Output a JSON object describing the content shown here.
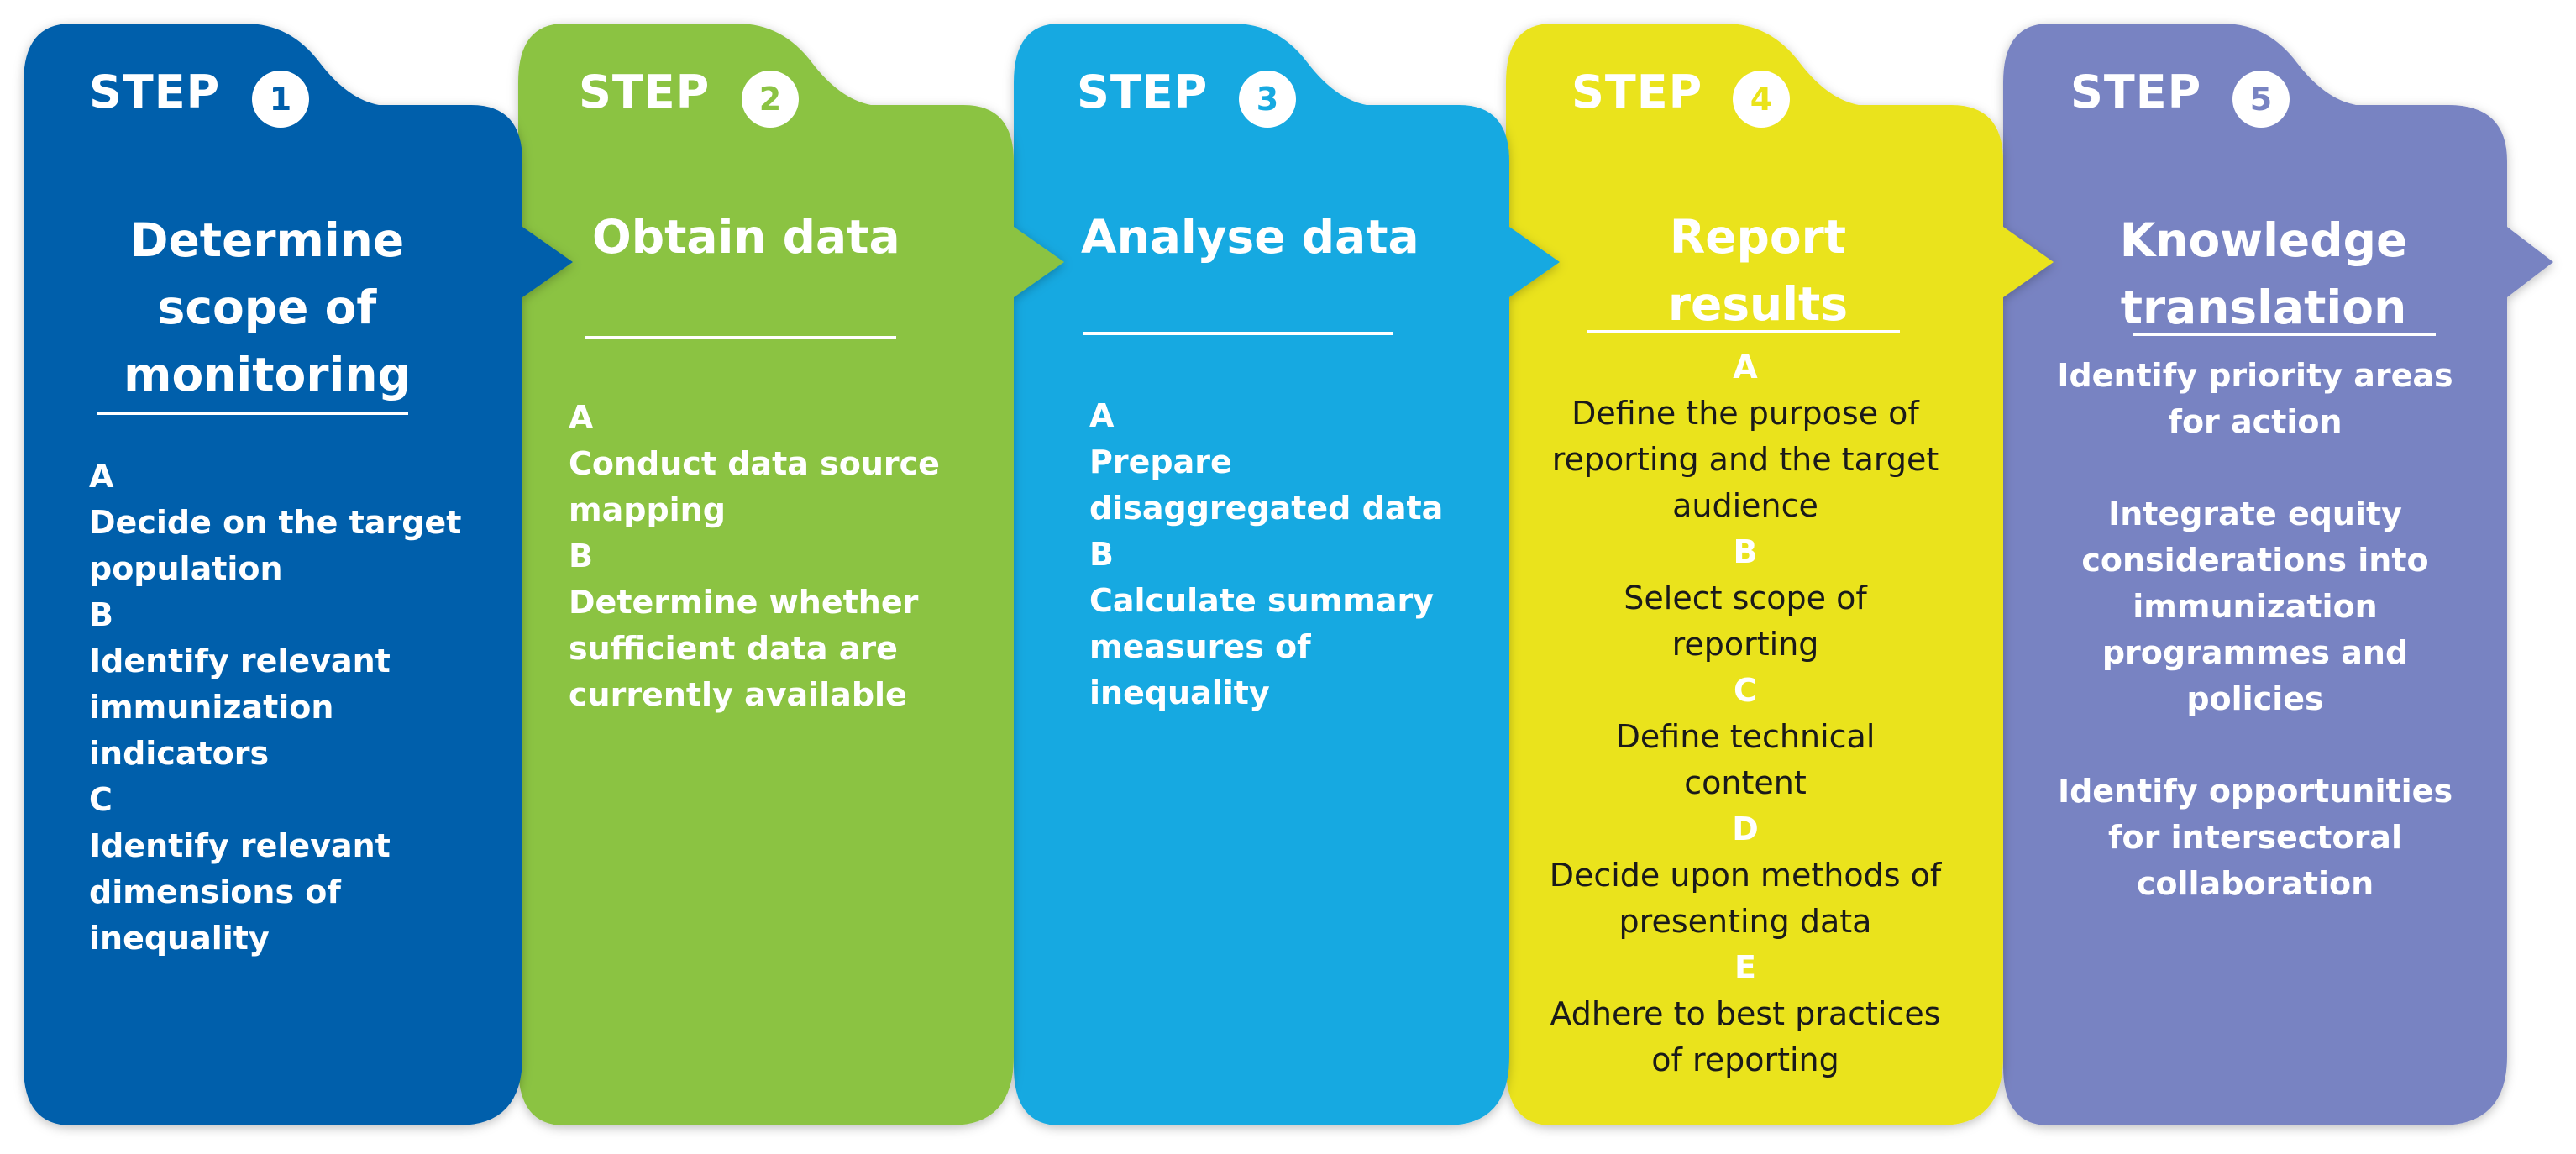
{
  "diagram": {
    "colors": {
      "step1": "#005EAB",
      "step2": "#8BC343",
      "step3": "#16A9E1",
      "step4": "#EAE31A",
      "step5": "#7883C2",
      "text_light": "#FFFFFF",
      "text_dark": "#1A1A1A"
    },
    "steps": [
      {
        "step_label": "STEP",
        "number": "1",
        "title_lines": [
          "Determine",
          "scope of",
          "monitoring"
        ],
        "items": [
          {
            "letter": "A",
            "lines": [
              "Decide on the target",
              "population"
            ]
          },
          {
            "letter": "B",
            "lines": [
              "Identify relevant",
              "immunization",
              "indicators"
            ]
          },
          {
            "letter": "C",
            "lines": [
              "Identify relevant",
              "dimensions of",
              "inequality"
            ]
          }
        ]
      },
      {
        "step_label": "STEP",
        "number": "2",
        "title_lines": [
          "Obtain data"
        ],
        "items": [
          {
            "letter": "A",
            "lines": [
              "Conduct data source",
              "mapping"
            ]
          },
          {
            "letter": "B",
            "lines": [
              "Determine whether",
              "sufficient data are",
              "currently available"
            ]
          }
        ]
      },
      {
        "step_label": "STEP",
        "number": "3",
        "title_lines": [
          "Analyse data"
        ],
        "items": [
          {
            "letter": "A",
            "lines": [
              "Prepare",
              "disaggregated data"
            ]
          },
          {
            "letter": "B",
            "lines": [
              "Calculate summary",
              "measures of",
              "inequality"
            ]
          }
        ]
      },
      {
        "step_label": "STEP",
        "number": "4",
        "title_lines": [
          "Report results"
        ],
        "items": [
          {
            "letter": "A",
            "lines": [
              "Define the purpose of",
              "reporting and the target",
              "audience"
            ]
          },
          {
            "letter": "B",
            "lines": [
              "Select scope of",
              "reporting"
            ]
          },
          {
            "letter": "C",
            "lines": [
              "Define technical",
              "content"
            ]
          },
          {
            "letter": "D",
            "lines": [
              "Decide upon methods of",
              "presenting data"
            ]
          },
          {
            "letter": "E",
            "lines": [
              "Adhere to best practices",
              "of reporting"
            ]
          }
        ]
      },
      {
        "step_label": "STEP",
        "number": "5",
        "title_lines": [
          "Knowledge",
          "translation"
        ],
        "actions": [
          [
            "Identify priority areas",
            "for action"
          ],
          [
            "Integrate equity",
            "considerations into",
            "immunization",
            "programmes and",
            "policies"
          ],
          [
            "Identify opportunities",
            "for intersectoral",
            "collaboration"
          ]
        ]
      }
    ]
  }
}
